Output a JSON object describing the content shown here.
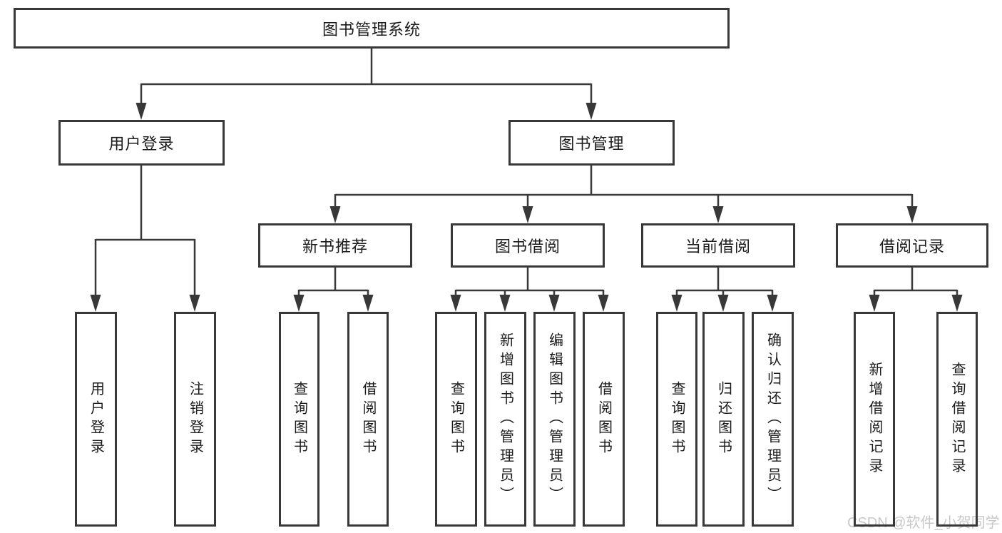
{
  "diagram_title": "图书管理系统",
  "nodes": {
    "root": {
      "label": "图书管理系统"
    },
    "level2": [
      {
        "label": "用户登录"
      },
      {
        "label": "图书管理"
      }
    ],
    "level3": [
      {
        "label": "新书推荐",
        "parent": "图书管理"
      },
      {
        "label": "图书借阅",
        "parent": "图书管理"
      },
      {
        "label": "当前借阅",
        "parent": "图书管理"
      },
      {
        "label": "借阅记录",
        "parent": "图书管理"
      }
    ],
    "leaves": [
      {
        "label": "用户登录",
        "parent": "用户登录"
      },
      {
        "label": "注销登录",
        "parent": "用户登录"
      },
      {
        "label": "查询图书",
        "parent": "新书推荐"
      },
      {
        "label": "借阅图书",
        "parent": "新书推荐"
      },
      {
        "label": "查询图书",
        "parent": "图书借阅"
      },
      {
        "label": "新增图书（管理员）",
        "parent": "图书借阅"
      },
      {
        "label": "编辑图书（管理员）",
        "parent": "图书借阅"
      },
      {
        "label": "借阅图书",
        "parent": "图书借阅"
      },
      {
        "label": "查询图书",
        "parent": "当前借阅"
      },
      {
        "label": "归还图书",
        "parent": "当前借阅"
      },
      {
        "label": "确认归还（管理员）",
        "parent": "当前借阅"
      },
      {
        "label": "新增借阅记录",
        "parent": "借阅记录"
      },
      {
        "label": "查询借阅记录",
        "parent": "借阅记录"
      }
    ]
  },
  "watermark": {
    "text": "CSDN @软件_小贺同学",
    "color": "#c8c8c8"
  },
  "colors": {
    "line": "#383838",
    "box_border": "#383838",
    "text": "#1b1b1b",
    "background": "#ffffff"
  }
}
